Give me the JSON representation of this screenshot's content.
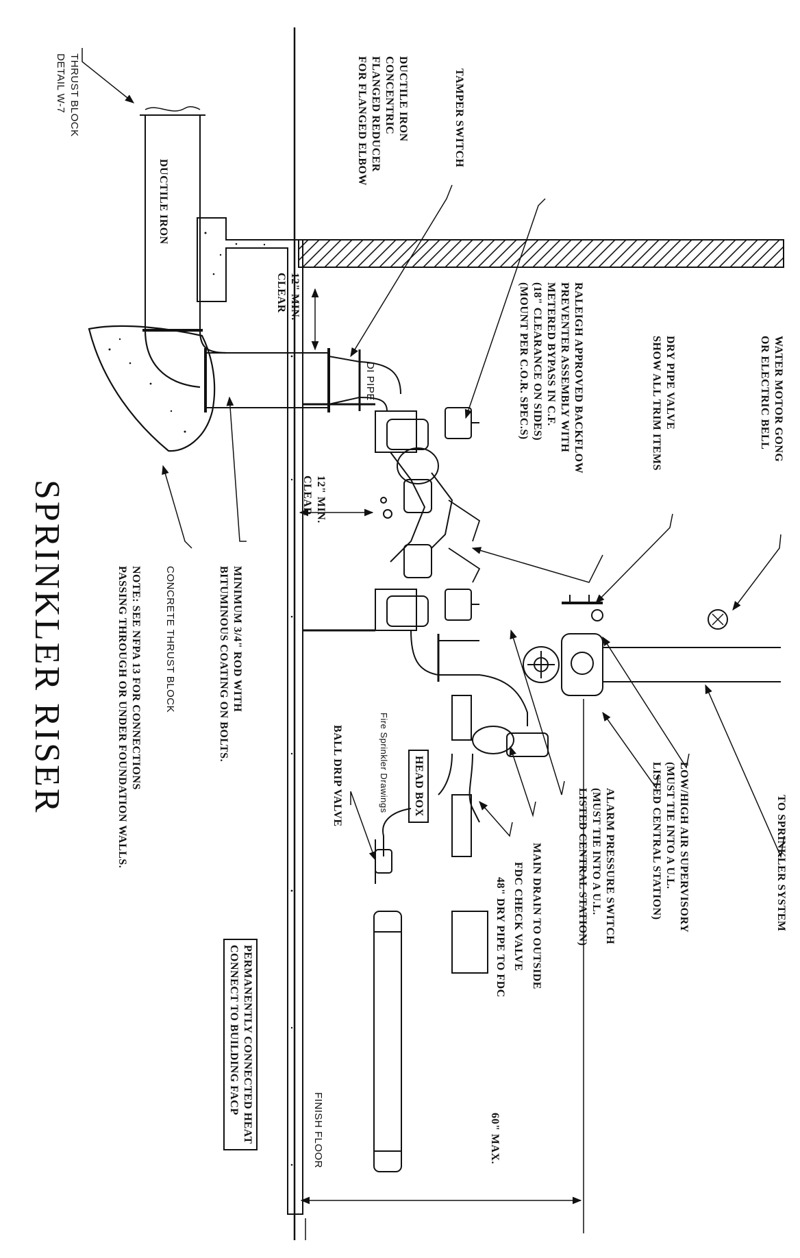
{
  "title": "SPRINKLER RISER",
  "labels": {
    "water_motor_gong": [
      "WATER MOTOR GONG",
      "OR ELECTRIC BELL"
    ],
    "to_sprinkler_system": [
      "TO SPRINKLER SYSTEM"
    ],
    "dry_pipe_valve": [
      "DRY PIPE VALVE",
      "SHOW ALL TRIM ITEMS"
    ],
    "low_high_air": [
      "LOW/HIGH AIR SUPERVISORY",
      "(MUST TIE INTO A U.L.",
      "LISTED CENTRAL STATION)"
    ],
    "alarm_pressure_switch": [
      "ALARM PRESSURE SWITCH",
      "(MUST TIE INTO A U.L.",
      "LISTED CENTRAL STATION)"
    ],
    "backflow": [
      "RALEIGH APPROVED BACKFLOW",
      "PREVENTER ASSEMBLY WITH",
      "METERED BYPASS IN C.F.",
      "(18\" CLEARANCE ON SIDES)",
      "(MOUNT PER C.O.R. SPEC.S)"
    ],
    "main_drain": [
      "MAIN DRAIN TO OUTSIDE"
    ],
    "fdc_check_valve": [
      "FDC CHECK VALVE"
    ],
    "dry_pipe_to_fdc": [
      "48\" DRY PIPE TO FDC"
    ],
    "tamper_switch": [
      "TAMPER SWITCH"
    ],
    "ductile_iron_reducer": [
      "DUCTILE IRON",
      "CONCENTRIC",
      "FLANGED REDUCER",
      "FOR FLANGED ELBOW"
    ],
    "thrust_block_detail": [
      "THRUST BLOCK",
      "DETAIL W-7"
    ],
    "ductile_iron_pipe": [
      "DUCTILE IRON"
    ],
    "di_pipe": [
      "DI PIPE"
    ],
    "clearance_top": [
      "12\" MIN.",
      "CLEAR"
    ],
    "clearance_mid": [
      "12\" MIN.",
      "CLEAR"
    ],
    "rod": [
      "MINIMUM 3/4\" ROD WITH",
      "BITUMINOUS COATING ON BOLTS."
    ],
    "concrete_thrust_block": [
      "CONCRETE THRUST BLOCK"
    ],
    "note": [
      "NOTE: SEE NFPA 13 FOR CONNECTIONS",
      "PASSING THROUGH OR UNDER FOUNDATION WALLS."
    ],
    "ball_drip_valve": [
      "BALL DRIP VALVE"
    ],
    "head_box": [
      "HEAD BOX"
    ],
    "fire_sprinkler_drawings": [
      "Fire Sprinkler Drawings"
    ],
    "heat_detector": [
      "PERMANENTLY CONNECTED HEAT",
      "CONNECT TO BUILDING FACP"
    ],
    "finish_floor": [
      "FINISH FLOOR"
    ],
    "max_height": [
      "60\" MAX."
    ]
  }
}
